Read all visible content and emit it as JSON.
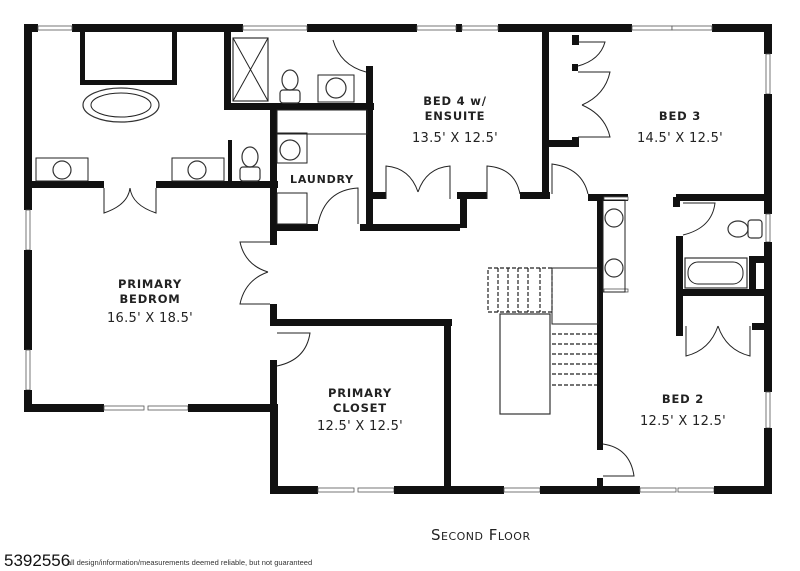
{
  "plan": {
    "title": "Second Floor",
    "listing_id": "5392556",
    "disclaimer": "all design/information/measurements deemed reliable, but not guaranteed"
  },
  "rooms": {
    "primary_bedroom": {
      "name_line1": "PRIMARY",
      "name_line2": "BEDROM",
      "dimensions": "16.5' X 18.5'"
    },
    "primary_closet": {
      "name_line1": "PRIMARY",
      "name_line2": "CLOSET",
      "dimensions": "12.5' X 12.5'"
    },
    "bed4": {
      "name_line1": "BED 4 w/",
      "name_line2": "ENSUITE",
      "dimensions": "13.5' X 12.5'"
    },
    "bed3": {
      "name_line1": "BED 3",
      "dimensions": "14.5' X 12.5'"
    },
    "bed2": {
      "name_line1": "BED 2",
      "dimensions": "12.5' X 12.5'"
    },
    "laundry": {
      "name_line1": "LAUNDRY"
    }
  },
  "colors": {
    "wall": "#111111",
    "background": "#ffffff",
    "text": "#222222"
  }
}
